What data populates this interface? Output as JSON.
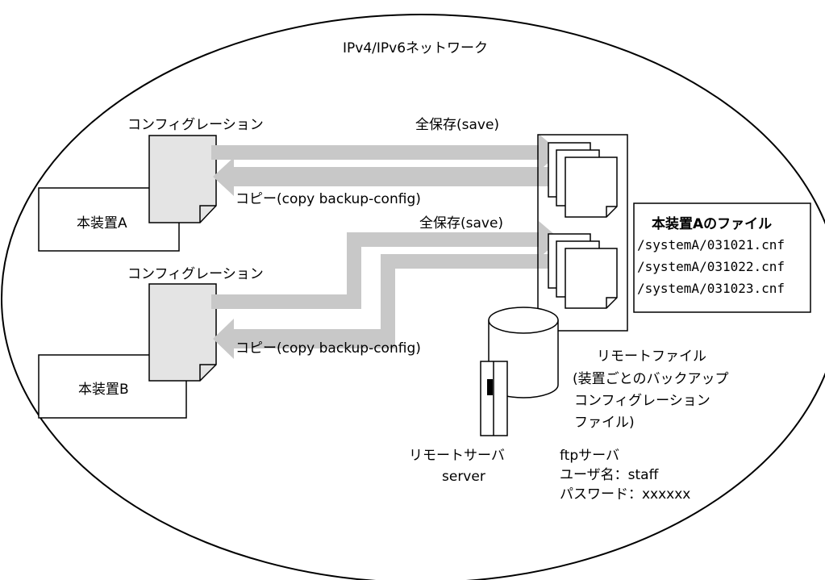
{
  "network": {
    "label": "IPv4/IPv6ネットワーク"
  },
  "device_a": {
    "name": "本装置A",
    "config_label": "コンフィグレーション",
    "save_label": "全保存(save)",
    "copy_label": "コピー(copy backup-config)"
  },
  "device_b": {
    "name": "本装置B",
    "config_label": "コンフィグレーション",
    "save_label": "全保存(save)",
    "copy_label": "コピー(copy backup-config)"
  },
  "files_a": {
    "title": "本装置Aのファイル",
    "files": [
      "/systemA/031021.cnf",
      "/systemA/031022.cnf",
      "/systemA/031023.cnf"
    ]
  },
  "remote_files": {
    "lines": [
      "リモートファイル",
      "(装置ごとのバックアップ",
      "コンフィグレーション",
      "ファイル)"
    ]
  },
  "remote_server": {
    "lines": [
      "リモートサーバ",
      "server"
    ]
  },
  "ftp": {
    "title": "ftpサーバ",
    "user_line": "ユーザ名：staff",
    "password_line": "パスワード：xxxxxx"
  },
  "colors": {
    "arrow": "#c8c8c8",
    "doc_fill": "#e4e4e4",
    "outline": "#000000"
  }
}
